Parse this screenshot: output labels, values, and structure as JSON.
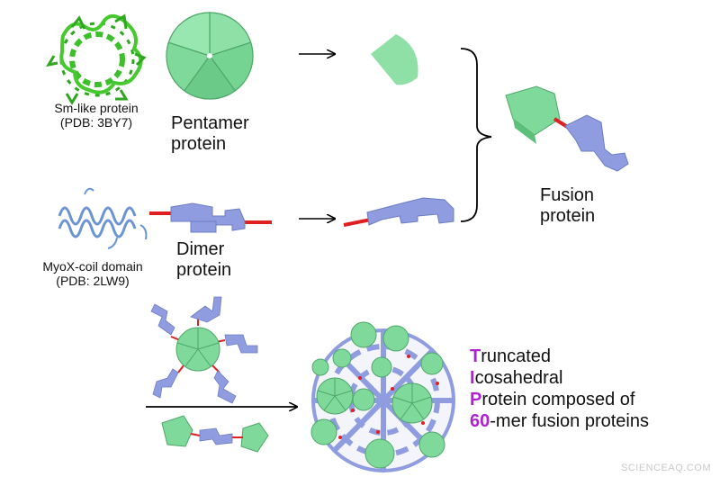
{
  "labels": {
    "sm_like": "Sm-like protein",
    "sm_like_pdb": "(PDB: 3BY7)",
    "pentamer_1": "Pentamer",
    "pentamer_2": "protein",
    "myox": "MyoX-coil domain",
    "myox_pdb": "(PDB: 2LW9)",
    "dimer_1": "Dimer",
    "dimer_2": "protein",
    "fusion_1": "Fusion",
    "fusion_2": "protein"
  },
  "tip": {
    "rows": [
      {
        "accent": "T",
        "rest": "runcated"
      },
      {
        "accent": "I",
        "rest": "cosahedral"
      },
      {
        "accent": "P",
        "rest": "rotein composed of"
      },
      {
        "accent": "60",
        "rest": "-mer fusion proteins"
      }
    ]
  },
  "watermark": "SCIENCEAQ.COM",
  "colors": {
    "pentamer_green": "#7fd99a",
    "dimer_blue": "#8f9de0",
    "linker_red": "#e02020",
    "ribbon_green": "#3bbf2a",
    "ribbon_blue": "#6a94d4",
    "accent_purple": "#b11fd1"
  }
}
